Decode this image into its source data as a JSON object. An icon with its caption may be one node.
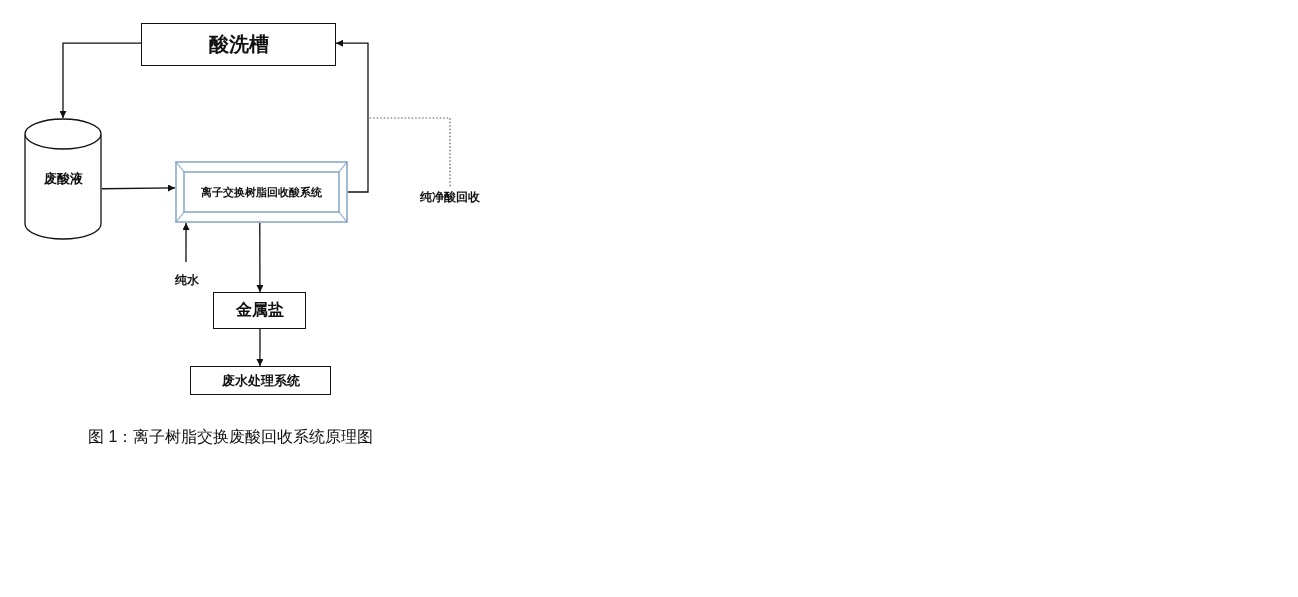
{
  "diagram": {
    "caption": "图 1：离子树脂交换废酸回收系统原理图",
    "nodes": [
      {
        "text": [
          "酸洗槽"
        ]
      },
      {
        "text": [
          "废酸液"
        ]
      },
      {
        "text": [
          "离子交换树脂回收酸系统"
        ]
      },
      {
        "text": [
          "纯水"
        ]
      },
      {
        "text": [
          "金属盐"
        ]
      },
      {
        "text": [
          "废水处理系统"
        ]
      },
      {
        "text": [
          "纯净酸回收"
        ]
      }
    ],
    "edges": [
      {
        "from": 0,
        "to": 1,
        "arrow": "to"
      },
      {
        "from": 1,
        "to": 2,
        "arrow": "to"
      },
      {
        "from": 2,
        "to": 0,
        "arrow": "to"
      },
      {
        "from": 3,
        "to": 2,
        "arrow": "to"
      },
      {
        "from": 2,
        "to": 4,
        "arrow": "to"
      },
      {
        "from": 4,
        "to": 5,
        "arrow": "to"
      },
      {
        "from": 6,
        "to": null,
        "arrow": "none",
        "style": "dashed"
      }
    ]
  }
}
